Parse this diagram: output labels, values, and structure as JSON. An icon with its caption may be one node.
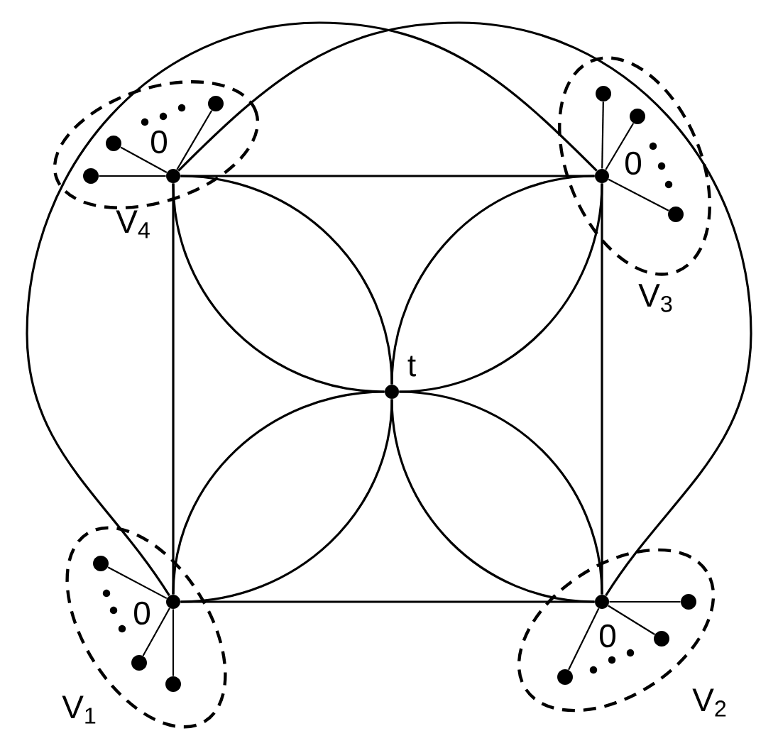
{
  "diagram": {
    "nodes": [
      {
        "text": [],
        "shape": "circle"
      },
      {
        "text": [],
        "shape": "circle"
      },
      {
        "text": [],
        "shape": "circle",
        "beside": [
          "t"
        ]
      },
      {
        "text": [],
        "shape": "circle"
      },
      {
        "text": [],
        "shape": "circle"
      },
      {
        "text": [],
        "shape": "circle"
      },
      {
        "text": [],
        "shape": "circle"
      },
      {
        "text": [],
        "shape": "circle"
      },
      {
        "text": [],
        "shape": "circle"
      },
      {
        "text": [],
        "shape": "circle"
      },
      {
        "text": [],
        "shape": "circle"
      },
      {
        "text": [],
        "shape": "circle"
      },
      {
        "text": [],
        "shape": "circle"
      },
      {
        "text": [],
        "shape": "circle"
      },
      {
        "text": [],
        "shape": "circle"
      },
      {
        "text": [],
        "shape": "circle"
      },
      {
        "text": [],
        "shape": "circle"
      }
    ],
    "edges": [
      {
        "from": 0,
        "to": 1,
        "arrow": "none"
      },
      {
        "from": 1,
        "to": 4,
        "arrow": "none"
      },
      {
        "from": 4,
        "to": 3,
        "arrow": "none"
      },
      {
        "from": 3,
        "to": 0,
        "arrow": "none"
      },
      {
        "from": 0,
        "to": 2,
        "arrow": "none"
      },
      {
        "from": 0,
        "to": 2,
        "arrow": "none"
      },
      {
        "from": 1,
        "to": 2,
        "arrow": "none"
      },
      {
        "from": 1,
        "to": 2,
        "arrow": "none"
      },
      {
        "from": 3,
        "to": 2,
        "arrow": "none"
      },
      {
        "from": 3,
        "to": 2,
        "arrow": "none"
      },
      {
        "from": 4,
        "to": 2,
        "arrow": "none"
      },
      {
        "from": 4,
        "to": 2,
        "arrow": "none"
      },
      {
        "from": 3,
        "to": 1,
        "arrow": "none"
      },
      {
        "from": 4,
        "to": 0,
        "arrow": "none"
      },
      {
        "from": 0,
        "to": 5,
        "arrow": "none"
      },
      {
        "from": 0,
        "to": 6,
        "arrow": "none"
      },
      {
        "from": 0,
        "to": 7,
        "arrow": "none"
      },
      {
        "from": 1,
        "to": 8,
        "arrow": "none"
      },
      {
        "from": 1,
        "to": 9,
        "arrow": "none"
      },
      {
        "from": 1,
        "to": 10,
        "arrow": "none"
      },
      {
        "from": 3,
        "to": 11,
        "arrow": "none"
      },
      {
        "from": 3,
        "to": 12,
        "arrow": "none"
      },
      {
        "from": 3,
        "to": 13,
        "arrow": "none"
      },
      {
        "from": 4,
        "to": 14,
        "arrow": "none"
      },
      {
        "from": 4,
        "to": 15,
        "arrow": "none"
      },
      {
        "from": 4,
        "to": 16,
        "arrow": "none"
      }
    ],
    "labels": [
      "0",
      "0",
      "V$_{4}$",
      "V$_{3}$",
      "0",
      "0",
      "V$_{1}$",
      "V$_{2}$"
    ]
  }
}
